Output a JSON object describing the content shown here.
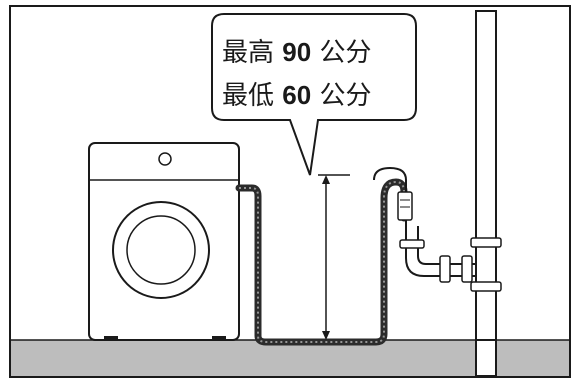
{
  "callout": {
    "line1": {
      "prefix": "最高",
      "value": "90",
      "unit": "公分"
    },
    "line2": {
      "prefix": "最低",
      "value": "60",
      "unit": "公分"
    }
  },
  "colors": {
    "outline": "#1a1a1a",
    "floor": "#bdbdbd",
    "hose": "#2b2b2b",
    "background": "#ffffff"
  },
  "icons": {
    "machine": "washing-machine-icon",
    "hose": "drain-hose-icon",
    "pipe": "standpipe-icon",
    "arrow": "height-arrow-icon"
  }
}
